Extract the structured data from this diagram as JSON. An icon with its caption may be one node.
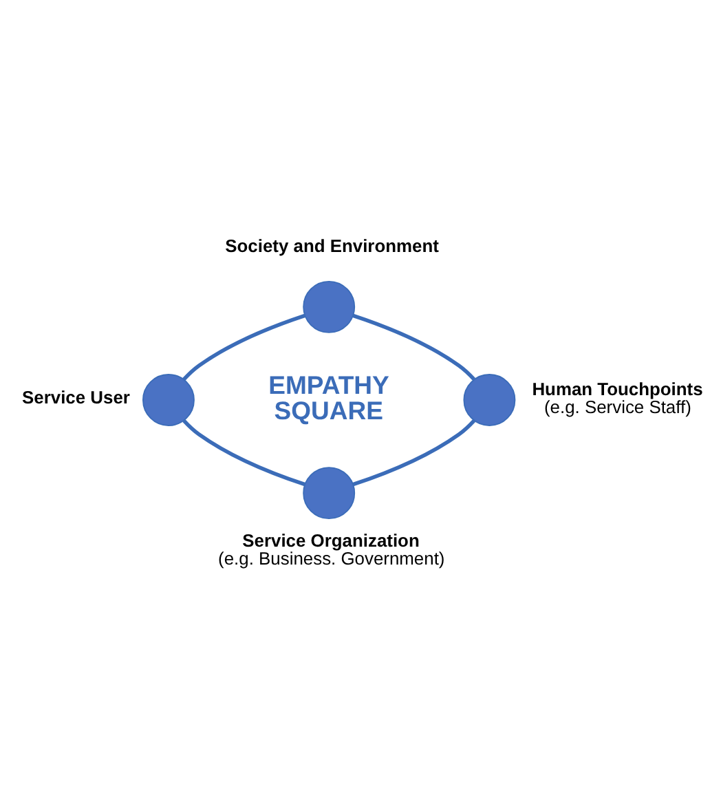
{
  "diagram": {
    "nodes": [
      {
        "text": [],
        "shape": "circle",
        "beside": [
          "Society and Environment"
        ]
      },
      {
        "text": [],
        "shape": "circle",
        "beside": [
          "Service User"
        ]
      },
      {
        "text": [],
        "shape": "circle",
        "beside": [
          "Human Touchpoints",
          "(e.g. Service Staff)"
        ]
      },
      {
        "text": [],
        "shape": "circle",
        "beside": [
          "Service Organization",
          "(e.g. Business. Government)"
        ]
      }
    ],
    "edges": [
      {
        "from": 0,
        "to": 1,
        "arrow": "none"
      },
      {
        "from": 0,
        "to": 2,
        "arrow": "none"
      },
      {
        "from": 1,
        "to": 3,
        "arrow": "none"
      },
      {
        "from": 2,
        "to": 3,
        "arrow": "none"
      }
    ],
    "labels": [
      "EMPATHY SQUARE"
    ]
  }
}
